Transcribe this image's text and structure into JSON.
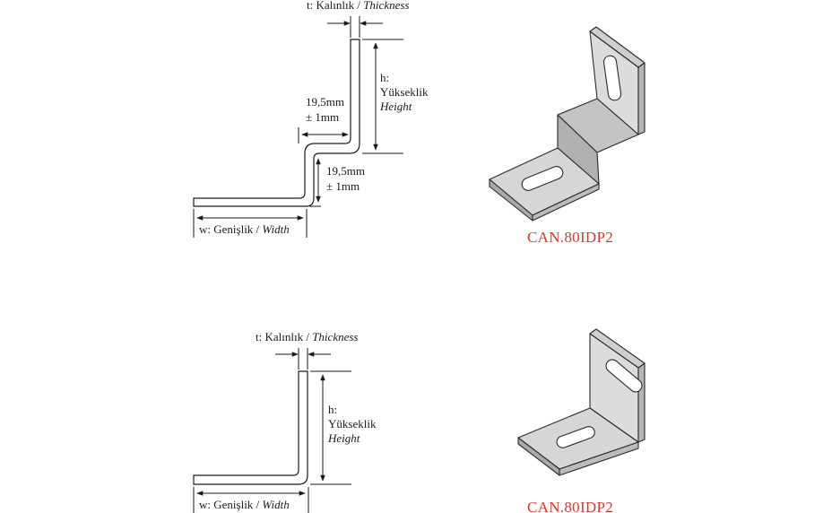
{
  "colors": {
    "accent_code": "#e2352b",
    "line": "#1a1a1a",
    "part_face_light": "#dcdcdc",
    "part_face_mid": "#c4c4c4",
    "part_face_dark": "#a9a9a9",
    "slot_fill": "#ffffff"
  },
  "bracket_top": {
    "thickness_label": {
      "tr": "t: Kalınlık /",
      "en": "Thickness"
    },
    "height_label": {
      "key": "h:",
      "tr": "Yükseklik",
      "en": "Height"
    },
    "offset_upper": {
      "value": "19,5mm",
      "tol": "± 1mm"
    },
    "offset_lower": {
      "value": "19,5mm",
      "tol": "± 1mm"
    },
    "width_label": {
      "tr": "w: Genişlik /",
      "en": "Width"
    },
    "product_code": "CAN.80IDP2"
  },
  "bracket_bottom": {
    "thickness_label": {
      "tr": "t: Kalınlık /",
      "en": "Thickness"
    },
    "height_label": {
      "key": "h:",
      "tr": "Yükseklik",
      "en": "Height"
    },
    "width_label": {
      "tr": "w: Genişlik /",
      "en": "Width"
    },
    "product_code": "CAN.80IDP2"
  }
}
